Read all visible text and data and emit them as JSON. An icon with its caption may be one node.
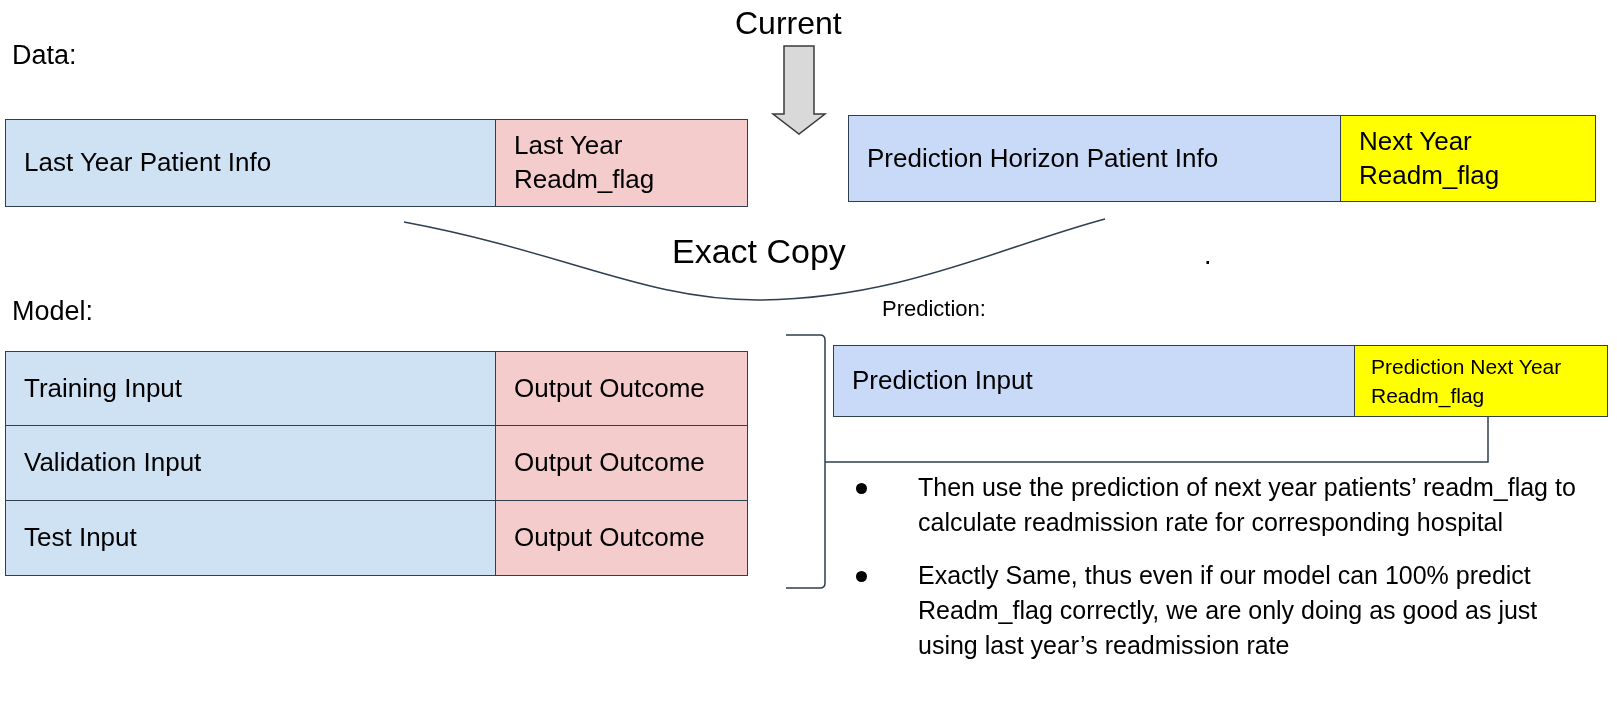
{
  "diagram": {
    "nodes": [
      {
        "text": [
          "Current"
        ]
      },
      {
        "text": [
          "Last Year Patient Info"
        ]
      },
      {
        "text": [
          "Last Year Readm_flag"
        ]
      },
      {
        "text": [
          "Prediction Horizon Patient Info"
        ]
      },
      {
        "text": [
          "Next Year Readm_flag"
        ]
      },
      {
        "text": [
          "Training Input"
        ]
      },
      {
        "text": [
          "Output Outcome"
        ]
      },
      {
        "text": [
          "Validation Input"
        ]
      },
      {
        "text": [
          "Output Outcome"
        ]
      },
      {
        "text": [
          "Test Input"
        ]
      },
      {
        "text": [
          "Output Outcome"
        ]
      },
      {
        "text": [
          "Prediction Input"
        ]
      },
      {
        "text": [
          "Prediction Next Year Readm_flag"
        ]
      },
      {
        "text": [],
        "shape": "bracket"
      }
    ],
    "edges": [
      {
        "from": 0,
        "to": null,
        "arrow": "to",
        "style": "thick",
        "color": "#d9d9d9"
      },
      {
        "from": 1,
        "to": 3,
        "arrow": "none",
        "label": "Exact Copy"
      },
      {
        "from": 13,
        "to": 12,
        "arrow": "none"
      }
    ],
    "labels": [
      "Data:",
      ".",
      "Model:",
      "Prediction:",
      "Then use the prediction of next year patients’ readm_flag to calculate readmission rate for corresponding hospital",
      "Exactly Same, thus even if our model can 100% predict Readm_flag correctly, we are only doing as good as just using last year’s readmission rate"
    ]
  }
}
